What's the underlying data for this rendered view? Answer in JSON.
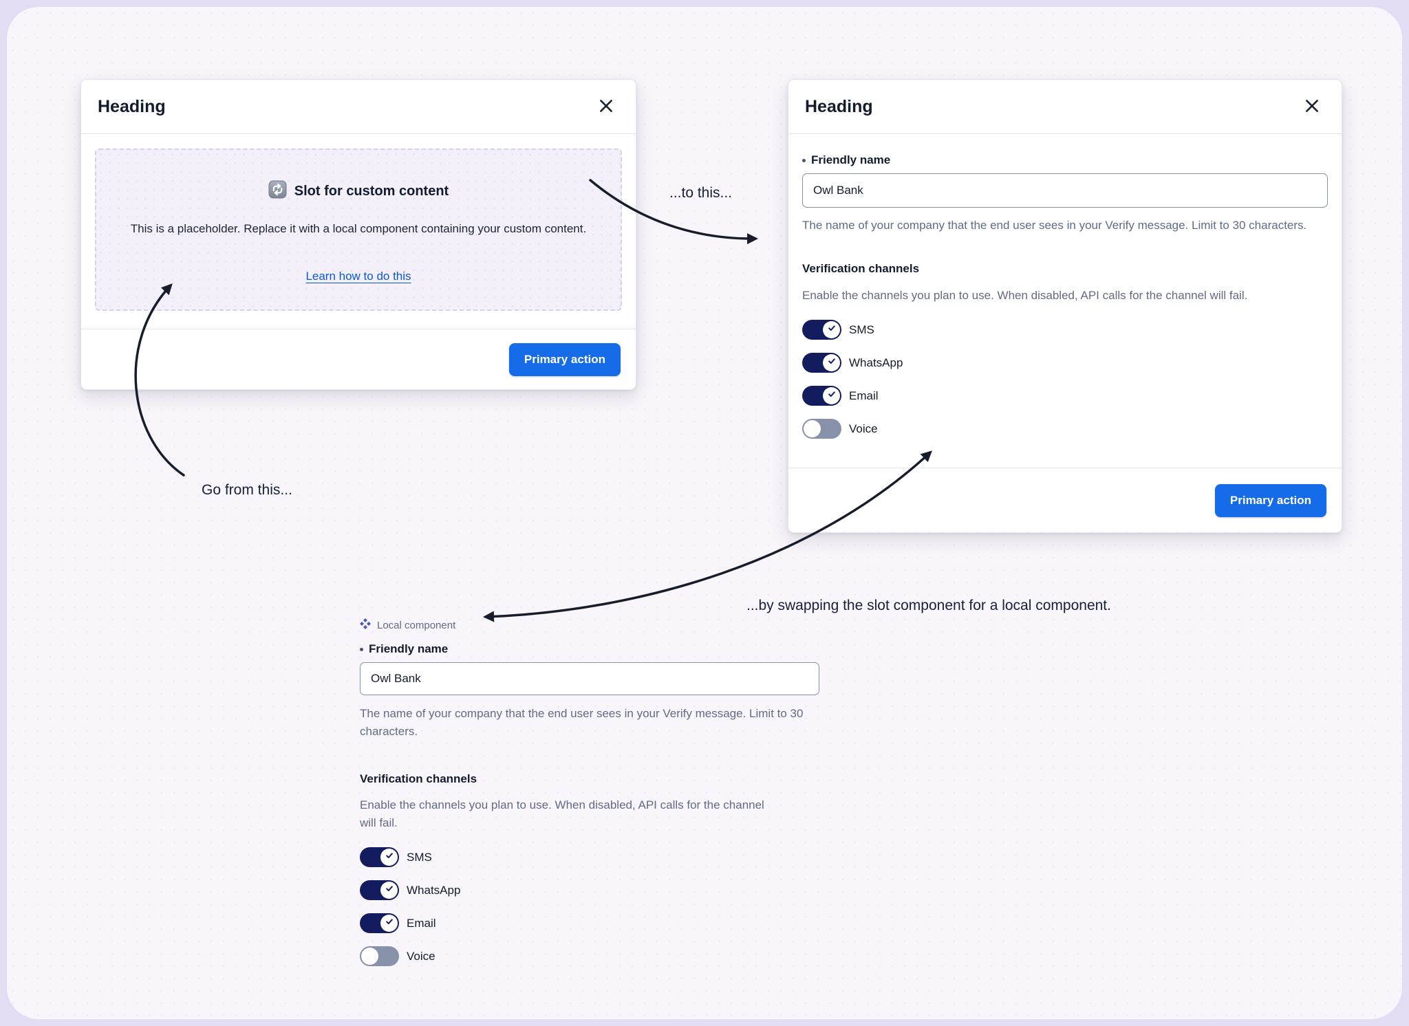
{
  "colors": {
    "primary_button": "#156BE8",
    "link": "#0B57DB",
    "ink": "#121C2D",
    "muted_text": "#606B85",
    "toggle_on": "#121C5E",
    "toggle_off": "#8891AA",
    "slot_box_bg": "#F3F0FA",
    "canvas_bg": "#F8F5FB"
  },
  "slot_modal": {
    "heading": "Heading",
    "close_icon": "close-x",
    "slot": {
      "icon": "swap-arrows",
      "title": "Slot for custom content",
      "description": "This is a placeholder. Replace it with a local component containing your custom content.",
      "link_label": "Learn how to do this"
    },
    "primary_action_label": "Primary action"
  },
  "form_modal": {
    "heading": "Heading",
    "primary_action_label": "Primary action"
  },
  "form": {
    "friendly_name": {
      "label": "Friendly name",
      "required": true,
      "value": "Owl Bank",
      "help": "The name of your company that the end user sees in your Verify message. Limit to 30 characters."
    },
    "channels": {
      "label": "Verification channels",
      "help": "Enable the channels you plan to use. When disabled, API calls for the channel will fail.",
      "items": [
        {
          "label": "SMS",
          "enabled": true
        },
        {
          "label": "WhatsApp",
          "enabled": true
        },
        {
          "label": "Email",
          "enabled": true
        },
        {
          "label": "Voice",
          "enabled": false
        }
      ]
    }
  },
  "local_component": {
    "icon": "component-diamonds",
    "tag_label": "Local component"
  },
  "annotations": {
    "go_from": "Go from this...",
    "to_this": "...to this...",
    "swap": "...by swapping the slot component for a local component."
  }
}
